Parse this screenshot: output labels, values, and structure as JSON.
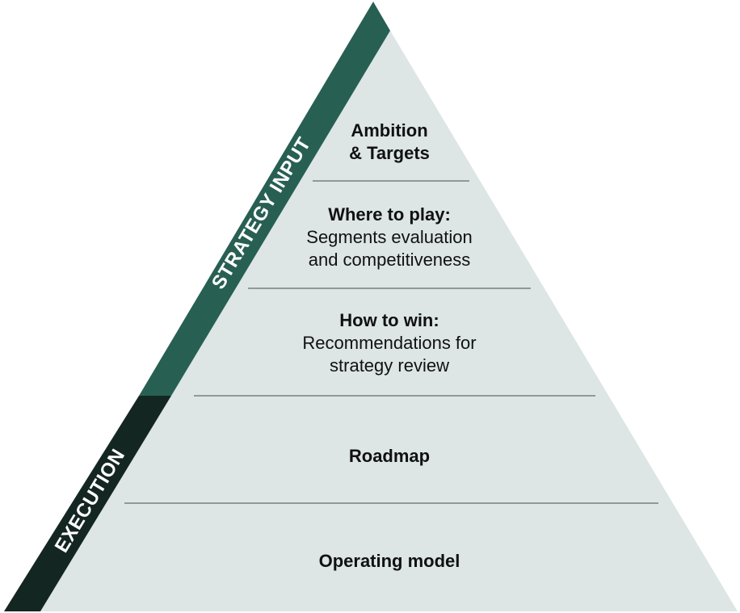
{
  "diagram": {
    "side_labels": {
      "strategy_input": "STRATEGY INPUT",
      "execution": "EXECUTION"
    },
    "tiers": [
      {
        "title": "Ambition",
        "title2": "& Targets"
      },
      {
        "title": "Where to play:",
        "line1": "Segments evaluation",
        "line2": "and competitiveness"
      },
      {
        "title": "How to win:",
        "line1": "Recommendations for",
        "line2": "strategy review"
      },
      {
        "title": "Roadmap"
      },
      {
        "title": "Operating model"
      }
    ],
    "colors": {
      "fill": "#dde5e5",
      "strategy_band": "#285f53",
      "execution_band": "#142622",
      "divider": "#8f9a98"
    }
  }
}
